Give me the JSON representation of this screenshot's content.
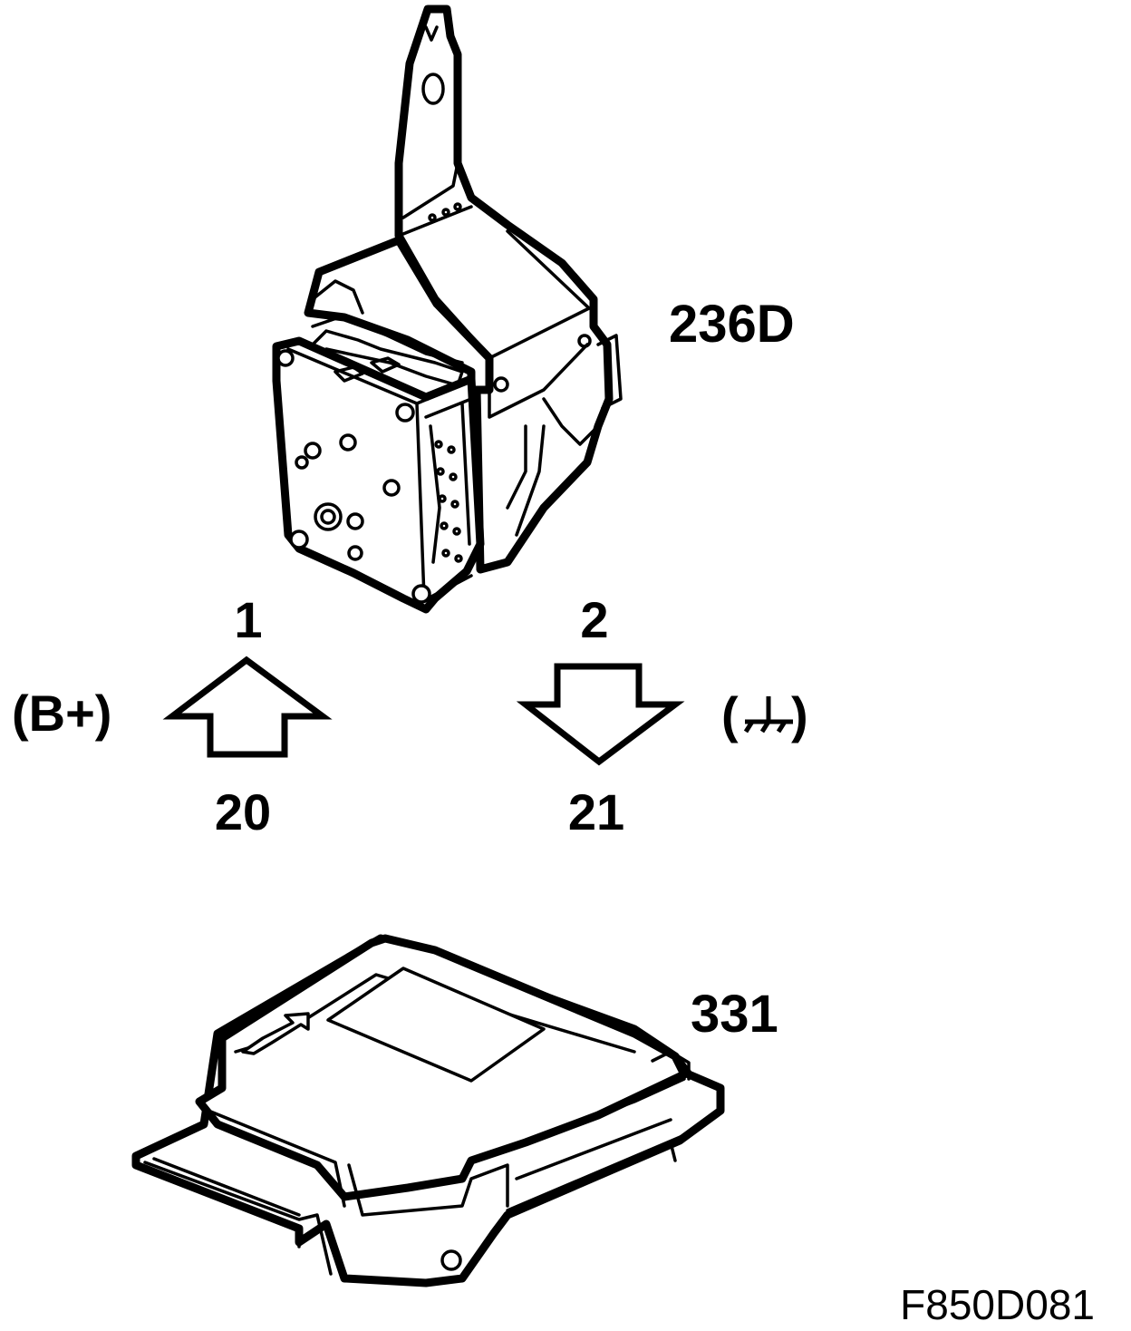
{
  "components": {
    "steering_column_unit": {
      "code": "236D"
    },
    "control_module": {
      "code": "331"
    }
  },
  "connections": [
    {
      "pin": "1",
      "terminal": "20",
      "signal": "(B+)",
      "direction": "up"
    },
    {
      "pin": "2",
      "terminal": "21",
      "signal": "(",
      "signal_end": ")",
      "signal_icon": "ground-symbol-icon",
      "direction": "down"
    }
  ],
  "figure_ref": "F850D081",
  "colors": {
    "line": "#000000",
    "background": "#ffffff"
  }
}
